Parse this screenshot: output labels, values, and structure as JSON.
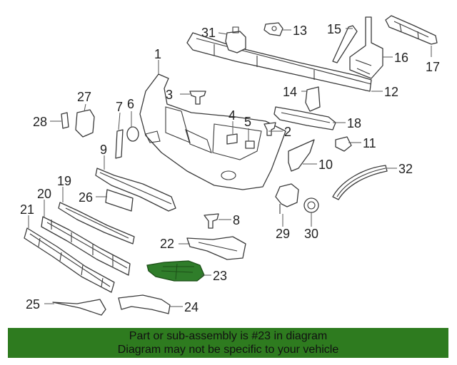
{
  "callouts": {
    "c1": "1",
    "c2": "2",
    "c3": "3",
    "c4": "4",
    "c5": "5",
    "c6": "6",
    "c7": "7",
    "c8": "8",
    "c9": "9",
    "c10": "10",
    "c11": "11",
    "c12": "12",
    "c13": "13",
    "c14": "14",
    "c15": "15",
    "c16": "16",
    "c17": "17",
    "c18": "18",
    "c19": "19",
    "c20": "20",
    "c21": "21",
    "c22": "22",
    "c23": "23",
    "c24": "24",
    "c25": "25",
    "c26": "26",
    "c27": "27",
    "c28": "28",
    "c29": "29",
    "c30": "30",
    "c31": "31",
    "c32": "32"
  },
  "highlight_color": "#2f7d2a",
  "banner": {
    "line1": "Part or sub-assembly is #23 in diagram",
    "line2": "Diagram may not be specific to your vehicle",
    "color": "#2e7b1f"
  }
}
